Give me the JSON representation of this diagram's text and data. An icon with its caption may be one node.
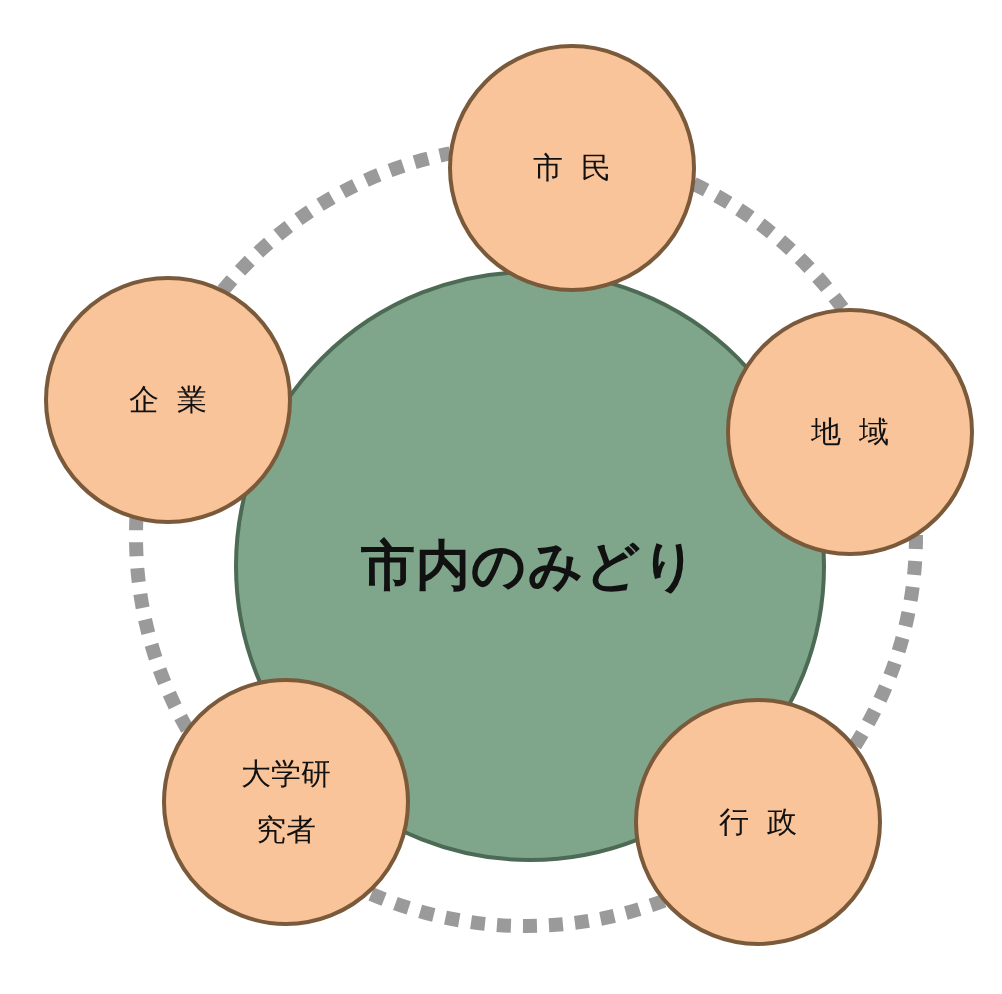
{
  "diagram": {
    "nodes": [
      {
        "text": [
          "市内のみどり"
        ]
      },
      {
        "text": [
          "市民"
        ]
      },
      {
        "text": [
          "地域"
        ]
      },
      {
        "text": [
          "行政"
        ]
      },
      {
        "text": [
          "大学研究者"
        ]
      },
      {
        "text": [
          "企業"
        ]
      }
    ],
    "edges": [
      {
        "from": 1,
        "to": 2,
        "arrow": "none",
        "style": "dashed"
      },
      {
        "from": 2,
        "to": 3,
        "arrow": "none",
        "style": "dashed"
      },
      {
        "from": 3,
        "to": 4,
        "arrow": "none",
        "style": "dashed"
      },
      {
        "from": 4,
        "to": 5,
        "arrow": "none",
        "style": "dashed"
      },
      {
        "from": 5,
        "to": 1,
        "arrow": "none",
        "style": "dashed"
      }
    ]
  }
}
